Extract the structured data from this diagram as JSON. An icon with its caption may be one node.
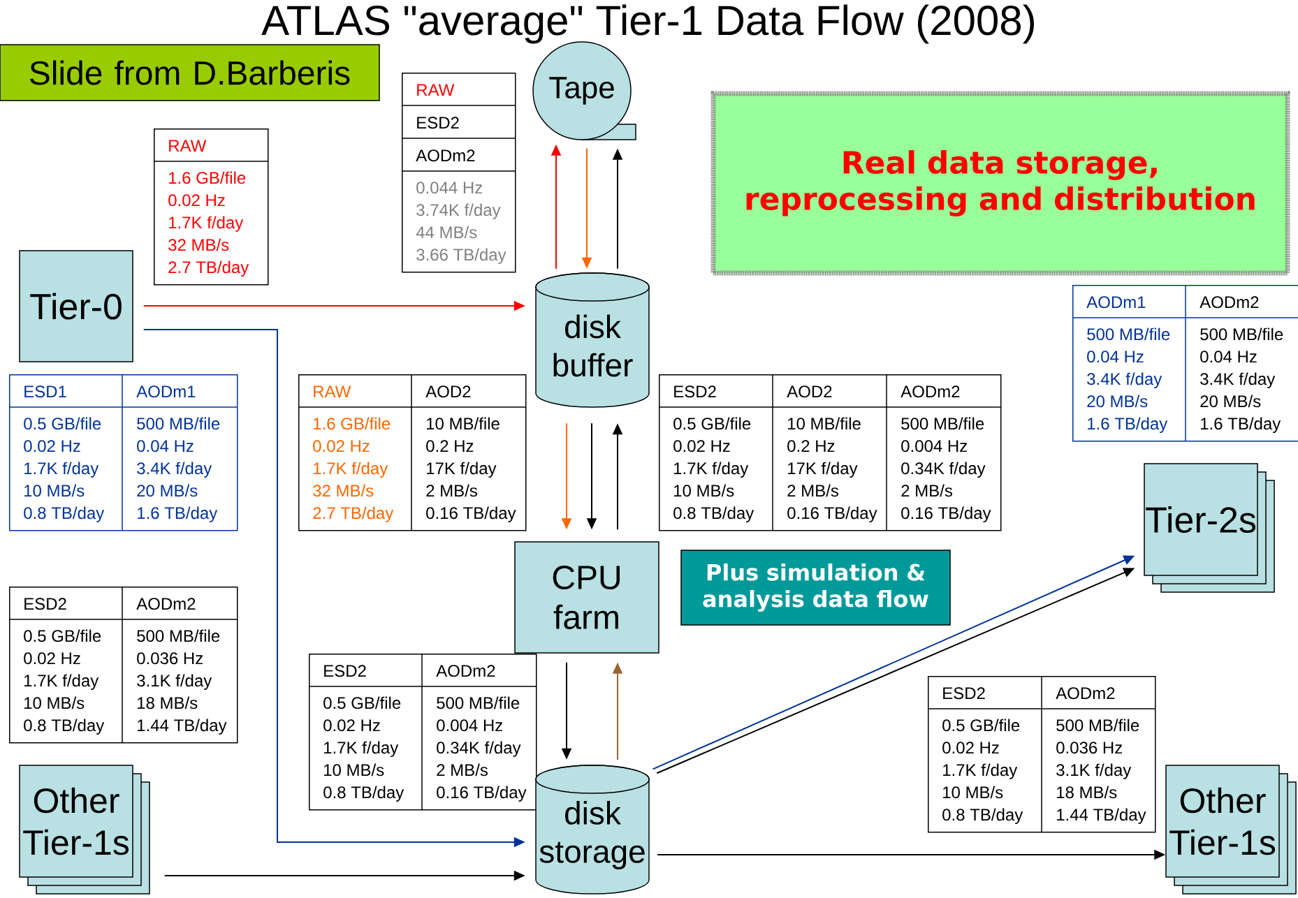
{
  "diagram": {
    "title": "ATLAS \"average\" Tier-1 Data Flow (2008)",
    "nodes": [
      {
        "text": [
          "Slide from D.Barberis"
        ]
      },
      {
        "text": [
          "Tape"
        ]
      },
      {
        "text": [
          "RAW",
          "1.6 GB/file",
          "0.02 Hz",
          "1.7K f/day",
          "32 MB/s",
          "2.7 TB/day"
        ]
      },
      {
        "text": [
          "RAW",
          "ESD2",
          "AODm2",
          "0.044 Hz",
          "3.74K f/day",
          "44 MB/s",
          "3.66 TB/day"
        ]
      },
      {
        "text": [
          "Real data storage, reprocessing and distribution"
        ]
      },
      {
        "text": [
          "Tier-0"
        ]
      },
      {
        "text": [
          "AODm1",
          "AODm2",
          "500 MB/file",
          "500 MB/file",
          "0.04 Hz",
          "0.04 Hz",
          "3.4K f/day",
          "3.4K f/day",
          "20 MB/s",
          "20 MB/s",
          "1.6 TB/day",
          "1.6 TB/day"
        ]
      },
      {
        "text": [
          "disk buffer"
        ]
      },
      {
        "text": [
          "ESD1",
          "AODm1",
          "0.5 GB/file",
          "500 MB/file",
          "0.02 Hz",
          "0.04 Hz",
          "1.7K f/day",
          "3.4K f/day",
          "10 MB/s",
          "20 MB/s",
          "0.8 TB/day",
          "1.6 TB/day"
        ]
      },
      {
        "text": [
          "RAW",
          "AOD2",
          "1.6 GB/file",
          "10 MB/file",
          "0.02 Hz",
          "0.2 Hz",
          "1.7K f/day",
          "17K f/day",
          "32 MB/s",
          "2 MB/s",
          "2.7 TB/day",
          "0.16 TB/day"
        ]
      },
      {
        "text": [
          "ESD2",
          "AOD2",
          "AODm2",
          "0.5 GB/file",
          "10 MB/file",
          "500 MB/file",
          "0.02 Hz",
          "0.2 Hz",
          "0.004 Hz",
          "1.7K f/day",
          "17K f/day",
          "0.34K f/day",
          "10 MB/s",
          "2 MB/s",
          "2 MB/s",
          "0.8 TB/day",
          "0.16 TB/day",
          "0.16 TB/day"
        ]
      },
      {
        "text": [
          "Tier-2s"
        ]
      },
      {
        "text": [
          "CPU farm"
        ]
      },
      {
        "text": [
          "Plus simulation & analysis data flow"
        ]
      },
      {
        "text": [
          "ESD2",
          "AODm2",
          "0.5 GB/file",
          "500 MB/file",
          "0.02 Hz",
          "0.036 Hz",
          "1.7K f/day",
          "3.1K f/day",
          "10 MB/s",
          "18 MB/s",
          "0.8 TB/day",
          "1.44 TB/day"
        ]
      },
      {
        "text": [
          "ESD2",
          "AODm2",
          "0.5 GB/file",
          "500 MB/file",
          "0.02 Hz",
          "0.004 Hz",
          "1.7K f/day",
          "0.34K f/day",
          "10 MB/s",
          "2 MB/s",
          "0.8 TB/day",
          "0.16 TB/day"
        ]
      },
      {
        "text": [
          "ESD2",
          "AODm2",
          "0.5 GB/file",
          "500 MB/file",
          "0.02 Hz",
          "0.036 Hz",
          "1.7K f/day",
          "3.1K f/day",
          "10 MB/s",
          "18 MB/s",
          "0.8 TB/day",
          "1.44 TB/day"
        ]
      },
      {
        "text": [
          "Other Tier-1s"
        ]
      },
      {
        "text": [
          "disk storage"
        ]
      },
      {
        "text": [
          "Other Tier-1s"
        ]
      }
    ],
    "edges": [
      {
        "from": 5,
        "to": 7,
        "arrow": "to",
        "color": "#ff0000"
      },
      {
        "from": 5,
        "to": 18,
        "arrow": "to",
        "color": "#003399"
      },
      {
        "from": 17,
        "to": 18,
        "arrow": "to"
      },
      {
        "from": 7,
        "to": 1,
        "arrow": "to",
        "color": "#ff0000"
      },
      {
        "from": 1,
        "to": 7,
        "arrow": "to",
        "color": "#ff6600"
      },
      {
        "from": 7,
        "to": 1,
        "arrow": "to"
      },
      {
        "from": 7,
        "to": 12,
        "arrow": "to",
        "color": "#ff6600"
      },
      {
        "from": 7,
        "to": 12,
        "arrow": "to"
      },
      {
        "from": 12,
        "to": 7,
        "arrow": "to"
      },
      {
        "from": 12,
        "to": 18,
        "arrow": "to"
      },
      {
        "from": 18,
        "to": 12,
        "arrow": "to",
        "color": "#996633"
      },
      {
        "from": 18,
        "to": 11,
        "arrow": "to",
        "color": "#003399"
      },
      {
        "from": 18,
        "to": 11,
        "arrow": "to"
      },
      {
        "from": 18,
        "to": 19,
        "arrow": "to"
      }
    ]
  }
}
